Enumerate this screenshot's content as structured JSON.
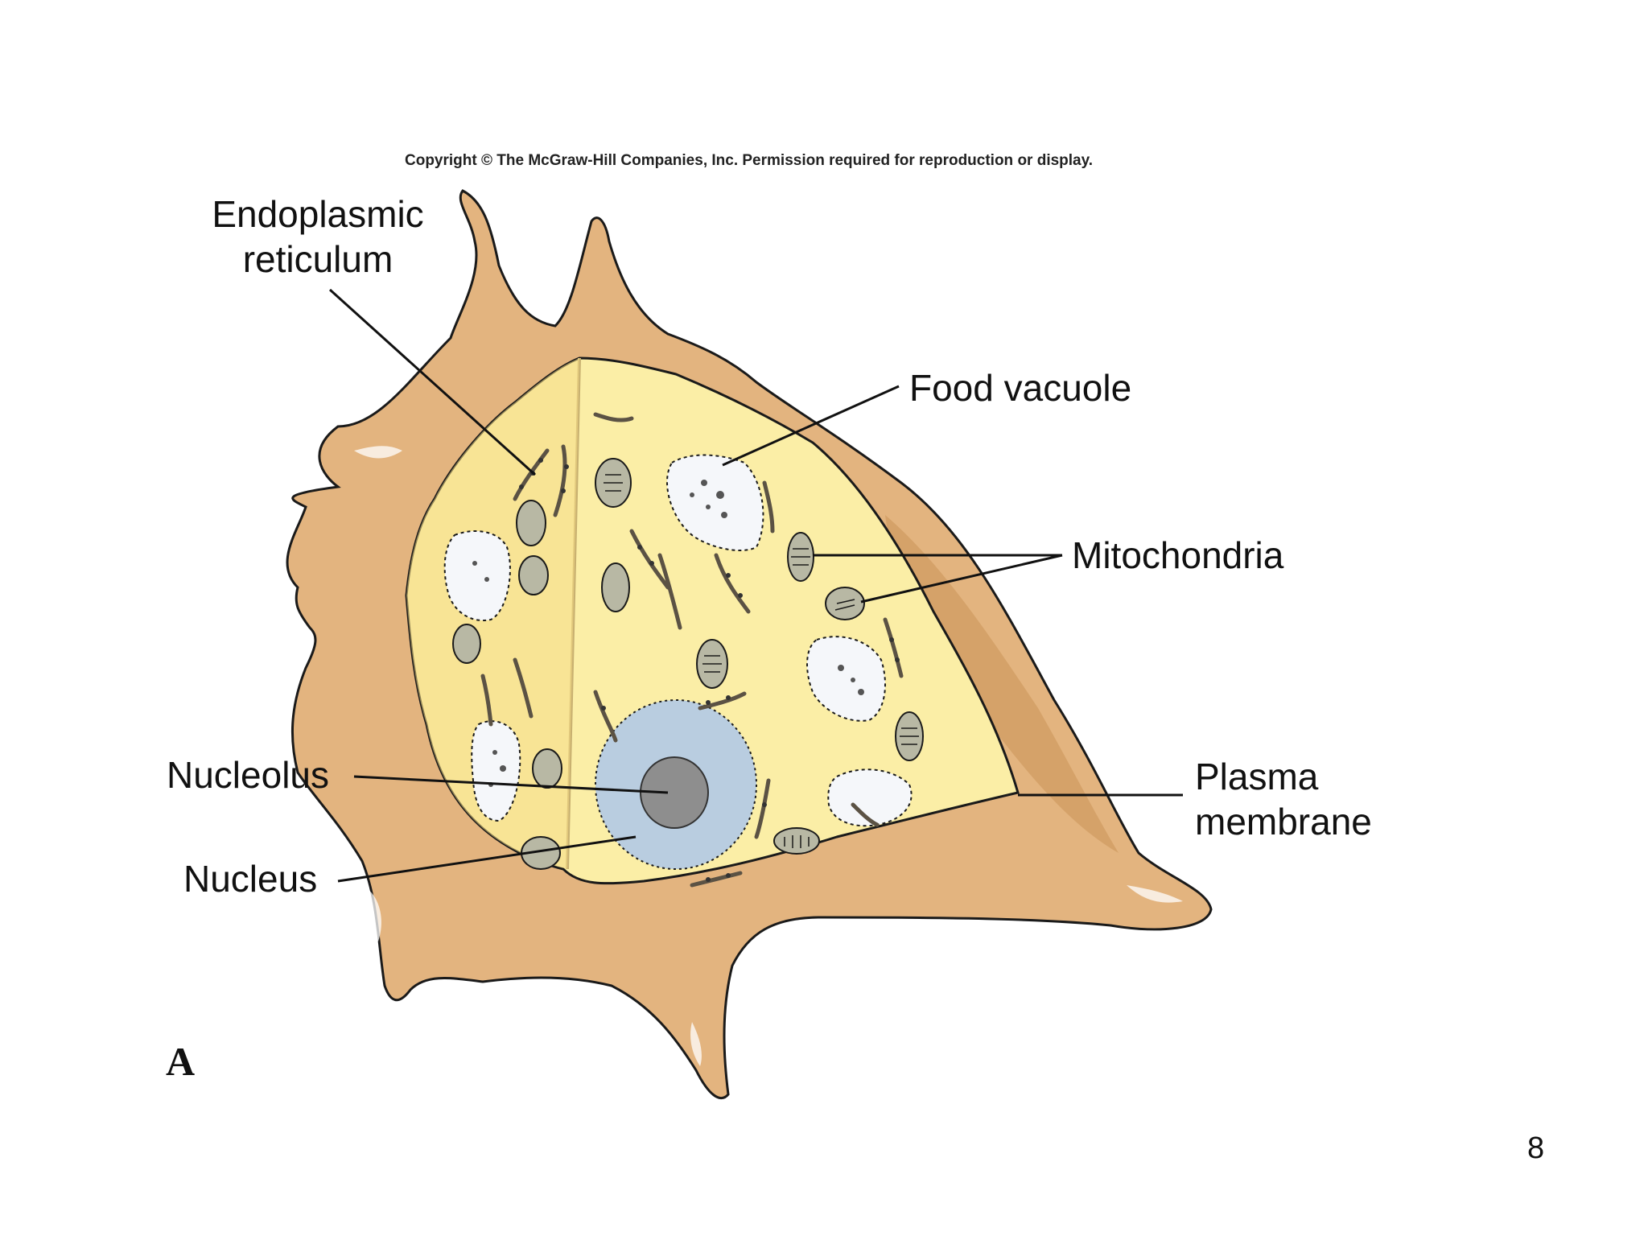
{
  "copyright": "Copyright © The McGraw-Hill Companies, Inc. Permission required for reproduction or display.",
  "labels": {
    "endoplasmic_reticulum": "Endoplasmic reticulum",
    "endoplasmic_reticulum_line1": "Endoplasmic",
    "endoplasmic_reticulum_line2": "reticulum",
    "food_vacuole": "Food vacuole",
    "mitochondria": "Mitochondria",
    "nucleolus": "Nucleolus",
    "nucleus": "Nucleus",
    "plasma_membrane_line1": "Plasma",
    "plasma_membrane_line2": "membrane"
  },
  "panel_letter": "A",
  "page_number": "8",
  "colors": {
    "membrane": "#e3b47f",
    "membrane_shadow": "#c98d52",
    "cytoplasm": "#fbeea6",
    "cytoplasm_shade": "#f6dc86",
    "nucleus": "#b9cde0",
    "nucleolus": "#8e8e8e",
    "vacuole": "#f5f7fa",
    "organelle": "#b8b8a4",
    "er": "#9b8f7a",
    "outline": "#1a1a1a"
  }
}
